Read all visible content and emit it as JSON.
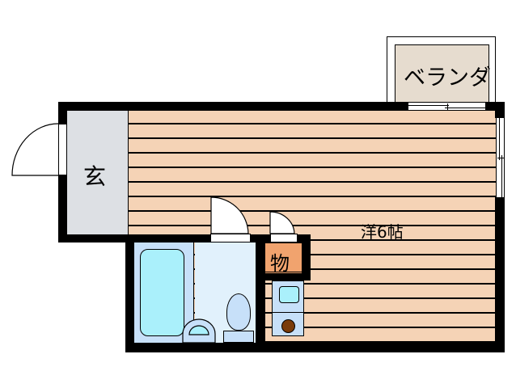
{
  "floorplan": {
    "rooms": {
      "balcony": {
        "label": "ベランダ",
        "color": "#e6dccf"
      },
      "entrance": {
        "label": "玄",
        "color": "#dde0e4"
      },
      "western_room": {
        "label": "洋6帖",
        "color": "#f5d3b6"
      },
      "storage": {
        "label": "物",
        "color": "#f1a36e"
      },
      "bathroom": {
        "color": "#c7e0f9"
      },
      "kitchen": {
        "color": "#c7e0f9"
      }
    },
    "colors": {
      "wall": "#000000",
      "bathtub": "#aaf0fb",
      "toilet": "#c7e0f9",
      "washroom": "#e1f1fc",
      "stove": "#7a3b0a",
      "sink": "#aaf0fb"
    }
  }
}
